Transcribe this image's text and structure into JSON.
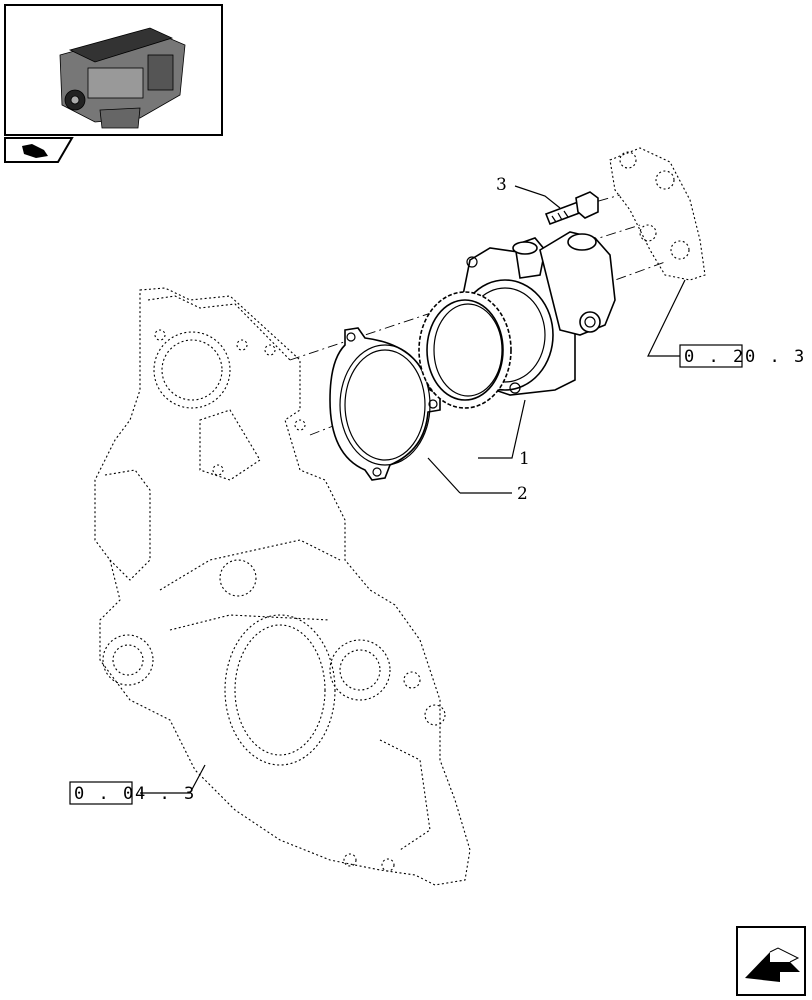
{
  "callouts": {
    "item_1": "1",
    "item_2": "2",
    "item_3": "3"
  },
  "references": {
    "upper_ref_boxed": "0 . 2",
    "upper_ref_tail": "0 . 3",
    "lower_ref_boxed": "0 . 0",
    "lower_ref_tail": "4 . 3"
  },
  "icons": {
    "thumbnail": "engine-thumbnail-icon",
    "thumbnail_tab": "hand-pointer-icon",
    "nav_corner": "next-page-arrow-icon"
  }
}
